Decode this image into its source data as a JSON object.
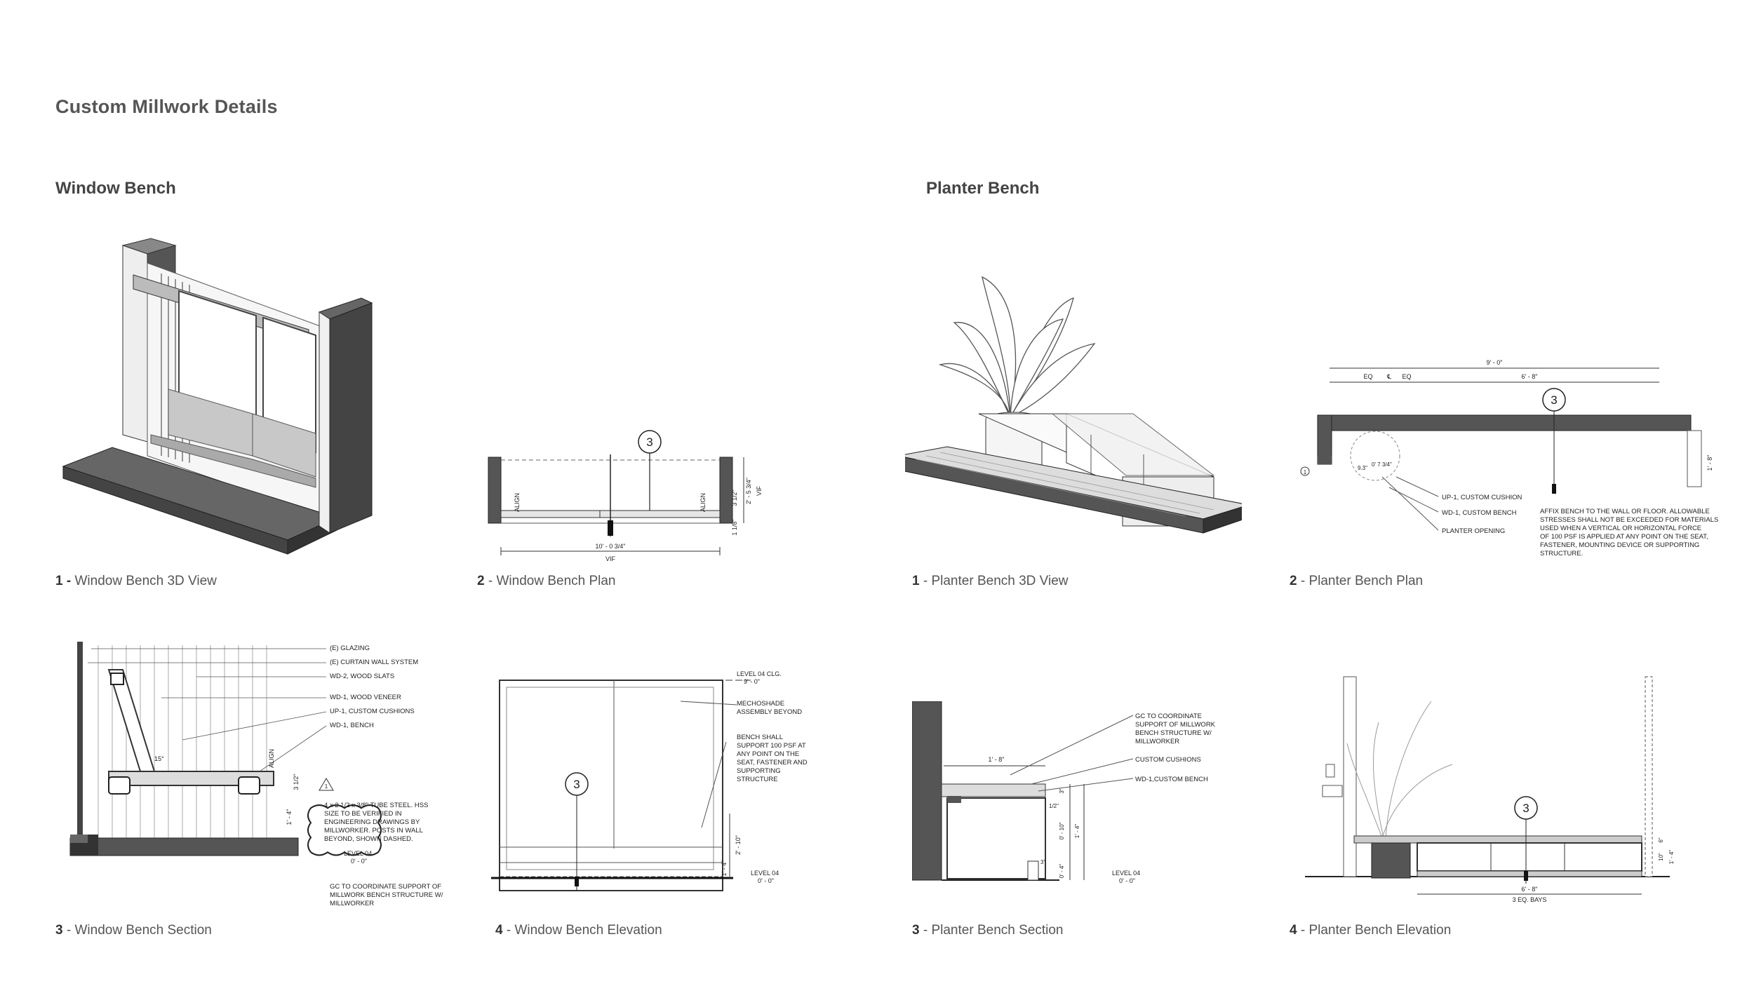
{
  "page": {
    "title": "Custom Millwork Details"
  },
  "sections": {
    "window": {
      "title": "Window Bench"
    },
    "planter": {
      "title": "Planter Bench"
    }
  },
  "captions": {
    "wb1": {
      "num": "1",
      "text": "Window Bench 3D View"
    },
    "wb2": {
      "num": "2",
      "text": "Window Bench Plan"
    },
    "wb3": {
      "num": "3",
      "text": "Window Bench Section"
    },
    "wb4": {
      "num": "4",
      "text": "Window Bench Elevation"
    },
    "pb1": {
      "num": "1",
      "text": "Planter Bench 3D View"
    },
    "pb2": {
      "num": "2",
      "text": "Planter Bench Plan"
    },
    "pb3": {
      "num": "3",
      "text": "Planter Bench Section"
    },
    "pb4": {
      "num": "4",
      "text": "Planter Bench Elevation"
    }
  },
  "window_plan": {
    "ref": "3",
    "dim_width": "10' - 0 3/4\"",
    "vif": "VIF",
    "align": "ALIGN",
    "dim_depth": "2' - 5 3/4\"",
    "dim_small": "3 1/2\"",
    "dim_seat": "1 1/8\""
  },
  "window_section": {
    "notes": [
      "(E) GLAZING",
      "(E) CURTAIN WALL SYSTEM",
      "WD-2, WOOD SLATS",
      "WD-1, WOOD VENEER",
      "UP-1, CUSTOM CUSHIONS",
      "WD-1, BENCH"
    ],
    "align": "ALIGN",
    "dim_a": "3 1/2\"",
    "dim_b": "1' - 4\"",
    "angle": "15°",
    "cloud": [
      "4 x 2 1/2 x 3/8\" TUBE STEEL. HSS",
      "SIZE TO BE VERIFIED IN",
      "ENGINEERING DRAWINGS BY",
      "MILLWORKER.  POSTS IN WALL",
      "BEYOND, SHOWN DASHED."
    ],
    "tag": "1",
    "level": "LEVEL 04",
    "level_elev": "0' - 0\"",
    "gc": [
      "GC TO COORDINATE SUPPORT OF",
      "MILLWORK BENCH STRUCTURE W/",
      "MILLWORKER"
    ]
  },
  "window_elevation": {
    "ref": "3",
    "level_top": "LEVEL 04 CLG.",
    "level_top_elev": "9' - 0\"",
    "mecho": [
      "MECHOSHADE",
      "ASSEMBLY BEYOND"
    ],
    "bench_note": [
      "BENCH SHALL",
      "SUPPORT 100 PSF AT",
      "ANY POINT ON THE",
      "SEAT, FASTENER AND",
      "SUPPORTING",
      "STRUCTURE"
    ],
    "dim_a": "2' - 10\"",
    "dim_b": "1' - 4\"",
    "level": "LEVEL 04",
    "level_elev": "0' - 0\""
  },
  "planter_plan": {
    "ref": "3",
    "dim_total": "9' - 0\"",
    "eq1": "EQ",
    "cl": "℄",
    "eq2": "EQ",
    "dim_bench": "6' - 8\"",
    "dim_r1": "9.3\"",
    "dim_r2": "0' 7 3/4\"",
    "dim_depth": "1' - 8\"",
    "tag": "1",
    "notes": [
      "UP-1, CUSTOM CUSHION",
      "WD-1, CUSTOM BENCH",
      "PLANTER OPENING"
    ],
    "affix": [
      "AFFIX BENCH TO THE WALL OR FLOOR. ALLOWABLE",
      "STRESSES SHALL NOT BE EXCEEDED FOR MATERIALS",
      "USED WHEN A VERTICAL OR HORIZONTAL FORCE",
      "OF 100 PSF IS APPLIED AT ANY POINT ON THE SEAT,",
      "FASTENER, MOUNTING DEVICE OR SUPPORTING",
      "STRUCTURE."
    ]
  },
  "planter_section": {
    "gc": [
      "GC TO COORDINATE",
      "SUPPORT OF MILLWORK",
      "BENCH STRUCTURE W/",
      "MILLWORKER"
    ],
    "cushions": "CUSTOM CUSHIONS",
    "bench": "WD-1,CUSTOM BENCH",
    "dim_w": "1' - 8\"",
    "dim_a": "3\"",
    "dim_b": "0' - 10\"",
    "dim_c": "1' - 4\"",
    "dim_d": "0' - 4\"",
    "dim_e": "1/2\"",
    "dim_f": "3\"",
    "level": "LEVEL 04",
    "level_elev": "0' - 0\""
  },
  "planter_elevation": {
    "ref": "3",
    "dim_w": "6' - 8\"",
    "bays": "3 EQ. BAYS",
    "dim_a": "10\"",
    "dim_b": "1' - 4\"",
    "dim_c": "6\""
  }
}
